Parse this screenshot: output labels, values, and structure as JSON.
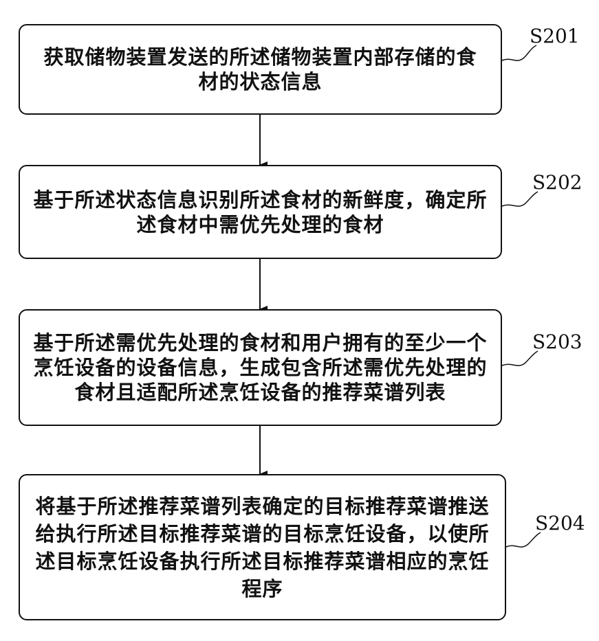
{
  "steps": [
    {
      "id": "S201",
      "label": "S201",
      "text": "获取储物装置发送的所述储物装置内部存储的食材的状态信息"
    },
    {
      "id": "S202",
      "label": "S202",
      "text": "基于所述状态信息识别所述食材的新鲜度，确定所述食材中需优先处理的食材"
    },
    {
      "id": "S203",
      "label": "S203",
      "text": "基于所述需优先处理的食材和用户拥有的至少一个烹饪设备的设备信息，生成包含所述需优先处理的食材且适配所述烹饪设备的推荐菜谱列表"
    },
    {
      "id": "S204",
      "label": "S204",
      "text": "将基于所述推荐菜谱列表确定的目标推荐菜谱推送给执行所述目标推荐菜谱的目标烹饪设备，以使所述目标烹饪设备执行所述目标推荐菜谱相应的烹饪程序"
    }
  ],
  "colors": {
    "stroke": "#111111",
    "background": "#ffffff"
  }
}
